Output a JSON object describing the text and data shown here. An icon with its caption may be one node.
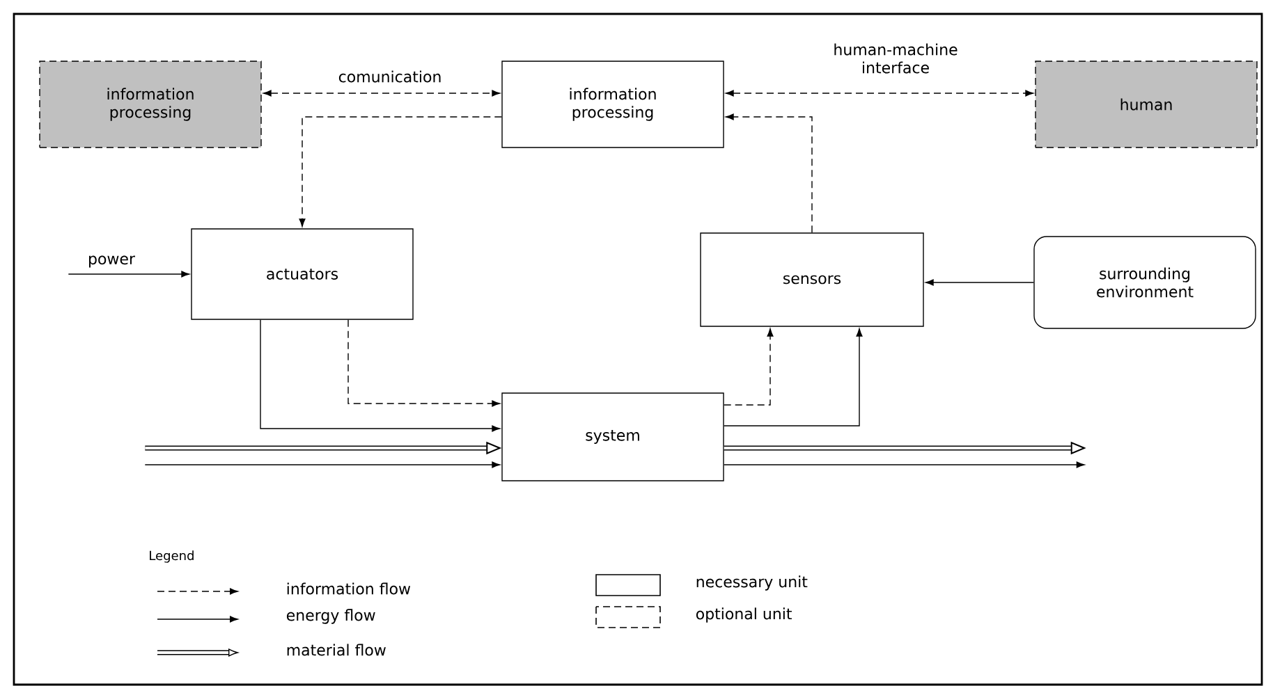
{
  "diagram": {
    "nodes": [
      {
        "text": [
          "information processing"
        ]
      },
      {
        "text": [
          "information processing"
        ]
      },
      {
        "text": [
          "human"
        ]
      },
      {
        "text": [
          "actuators"
        ]
      },
      {
        "text": [
          "sensors"
        ]
      },
      {
        "text": [
          "surrounding environment"
        ]
      },
      {
        "text": [
          "system"
        ]
      }
    ],
    "edges": [
      {
        "from": 0,
        "to": 1,
        "arrow": "both",
        "style": "dashed",
        "label": "comunication"
      },
      {
        "from": 1,
        "to": 2,
        "arrow": "both",
        "style": "dashed",
        "label": "human-machine interface"
      },
      {
        "from": 1,
        "to": 3,
        "arrow": "to",
        "style": "dashed"
      },
      {
        "from": 4,
        "to": 1,
        "arrow": "to",
        "style": "dashed"
      },
      {
        "from": 5,
        "to": 4,
        "arrow": "to"
      },
      {
        "from": null,
        "to": 3,
        "arrow": "to",
        "label": "power"
      },
      {
        "from": 3,
        "to": 6,
        "arrow": "to"
      },
      {
        "from": 3,
        "to": 6,
        "arrow": "to",
        "style": "dashed"
      },
      {
        "from": 6,
        "to": 4,
        "arrow": "to",
        "style": "dashed"
      },
      {
        "from": 6,
        "to": 4,
        "arrow": "to"
      },
      {
        "from": null,
        "to": 6,
        "arrow": "to",
        "style": "thick"
      },
      {
        "from": null,
        "to": 6,
        "arrow": "to"
      },
      {
        "from": 6,
        "to": null,
        "arrow": "to",
        "style": "thick"
      },
      {
        "from": 6,
        "to": null,
        "arrow": "to"
      }
    ],
    "labels": [
      "Legend"
    ],
    "legend": [
      {
        "text": "information flow"
      },
      {
        "text": "energy flow"
      },
      {
        "text": "material flow"
      },
      {
        "text": "necessary unit"
      },
      {
        "text": "optional unit"
      }
    ]
  }
}
